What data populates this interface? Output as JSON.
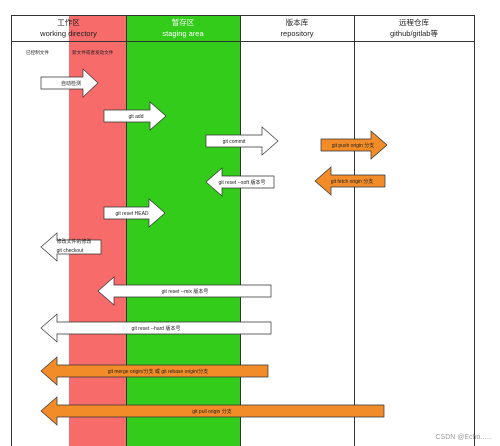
{
  "columns": [
    {
      "title": "工作区",
      "subtitle": "working directory"
    },
    {
      "title": "暂存区",
      "subtitle": "staging area"
    },
    {
      "title": "版本库",
      "subtitle": "repository"
    },
    {
      "title": "远程仓库",
      "subtitle": "github/gitlab等"
    }
  ],
  "notes": {
    "tracked": "已控制文件",
    "new_or_modified": "新文件或者发动文件"
  },
  "arrows": [
    {
      "label": "自动检测",
      "direction": "right",
      "color": "#ffffff"
    },
    {
      "label": "git add",
      "direction": "right",
      "color": "#ffffff"
    },
    {
      "label": "git commit",
      "direction": "right",
      "color": "#ffffff"
    },
    {
      "label": "git push origin 分支",
      "direction": "right",
      "color": "#f28c28"
    },
    {
      "label": "git reset --soft 版本号",
      "direction": "left",
      "color": "#ffffff"
    },
    {
      "label": "git fetch origin 分支",
      "direction": "left",
      "color": "#f28c28"
    },
    {
      "label": "git reset HEAD",
      "direction": "right",
      "color": "#ffffff"
    },
    {
      "label": "修改文件的修改",
      "direction": "left",
      "color": "#ffffff"
    },
    {
      "label": "git checkout",
      "direction": "left",
      "color": "#ffffff"
    },
    {
      "label": "git reset --mix 版本号",
      "direction": "left",
      "color": "#ffffff"
    },
    {
      "label": "git reset --hard 版本号",
      "direction": "left",
      "color": "#ffffff"
    },
    {
      "label": "git merge origin/分支 或 git rebase origin/分支",
      "direction": "left",
      "color": "#f28c28"
    },
    {
      "label": "git pull origin 分支",
      "direction": "left",
      "color": "#f28c28"
    }
  ],
  "colors": {
    "working_bg": "#f76b6b",
    "staging_bg": "#33cc1a",
    "push_fetch": "#f28c28",
    "outline": "#333333"
  },
  "watermark": "CSDN @Echo......"
}
